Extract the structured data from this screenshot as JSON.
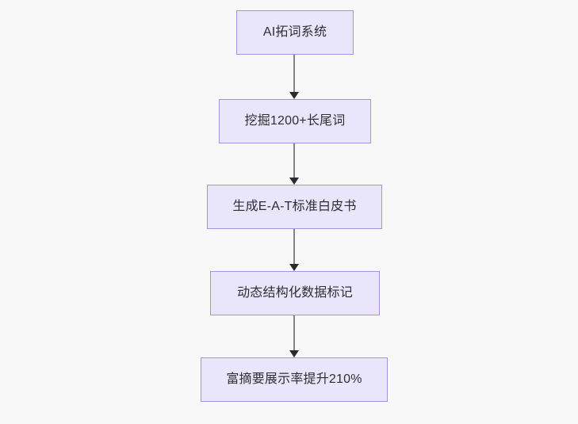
{
  "diagram": {
    "type": "flowchart",
    "direction": "top-to-bottom",
    "title": "",
    "background_color": "#f8f8f9",
    "node_fill_color": "#e9e5fb",
    "node_border_color": "#ab8fdd",
    "node_text_color": "#2f2f33",
    "connector_color": "#83838a",
    "arrowhead_color": "#2a2a2e",
    "nodes": [
      {
        "id": "node-1",
        "label": "AI拓词系统"
      },
      {
        "id": "node-2",
        "label": "挖掘1200+长尾词"
      },
      {
        "id": "node-3",
        "label": "生成E-A-T标准白皮书"
      },
      {
        "id": "node-4",
        "label": "动态结构化数据标记"
      },
      {
        "id": "node-5",
        "label": "富摘要展示率提升210%"
      }
    ],
    "edges": [
      {
        "id": "edge-1",
        "from": "node-1",
        "to": "node-2",
        "label": ""
      },
      {
        "id": "edge-2",
        "from": "node-2",
        "to": "node-3",
        "label": ""
      },
      {
        "id": "edge-3",
        "from": "node-3",
        "to": "node-4",
        "label": ""
      },
      {
        "id": "edge-4",
        "from": "node-4",
        "to": "node-5",
        "label": ""
      }
    ]
  }
}
